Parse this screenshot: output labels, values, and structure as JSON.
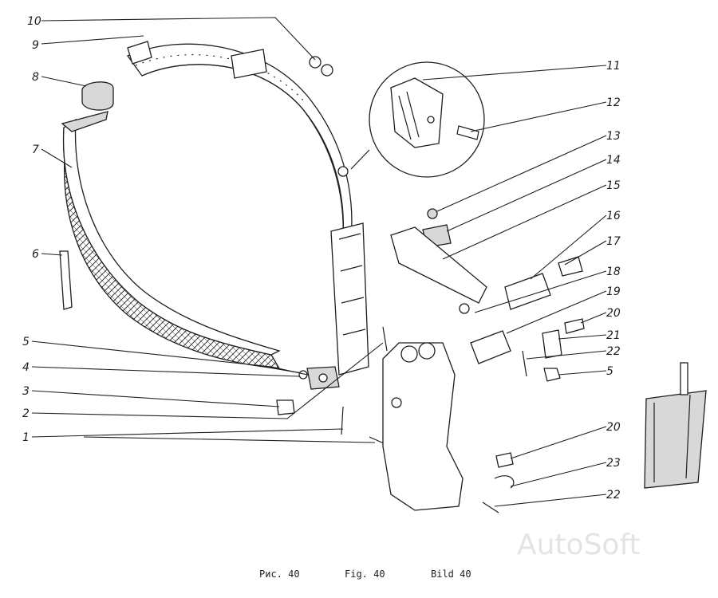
{
  "figure": {
    "caption_ru": "Рис. 40",
    "caption_en": "Fig. 40",
    "caption_de": "Bild 40",
    "watermark": "AutoSoft"
  },
  "callouts": {
    "n1": "1",
    "n2": "2",
    "n3": "3",
    "n4": "4",
    "n5a": "5",
    "n5b": "5",
    "n6": "6",
    "n7": "7",
    "n8": "8",
    "n9": "9",
    "n10": "10",
    "n11": "11",
    "n12": "12",
    "n13": "13",
    "n14": "14",
    "n15": "15",
    "n16": "16",
    "n17": "17",
    "n18": "18",
    "n19": "19",
    "n20a": "20",
    "n20b": "20",
    "n21": "21",
    "n22a": "22",
    "n22b": "22",
    "n23": "23"
  },
  "colors": {
    "ink": "#1e1e1e",
    "paper": "#ffffff",
    "shade": "#d8d8d8",
    "watermark": "#e4e4e4"
  }
}
